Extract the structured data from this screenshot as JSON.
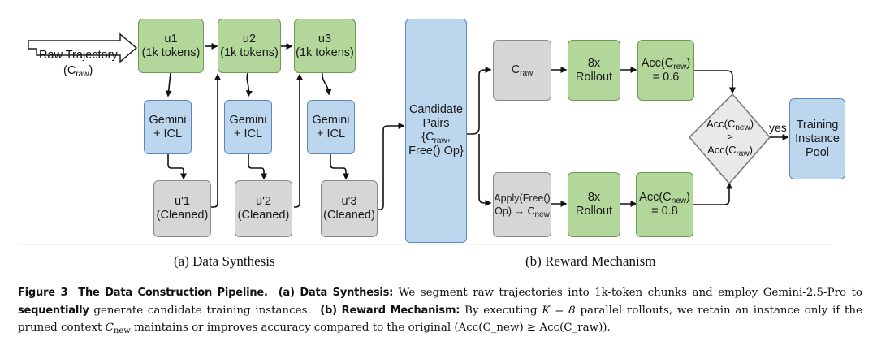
{
  "diagram": {
    "input_arrow_label": "Raw Trajectory",
    "input_arrow_sublabel_prefix": "(C",
    "input_arrow_sublabel_sub": "raw",
    "input_arrow_sublabel_suffix": ")",
    "chunks": [
      {
        "name": "u1",
        "detail": "(1k tokens)"
      },
      {
        "name": "u2",
        "detail": "(1k tokens)"
      },
      {
        "name": "u3",
        "detail": "(1k tokens)"
      }
    ],
    "processors": [
      {
        "line1": "Gemini",
        "line2": "+ ICL"
      },
      {
        "line1": "Gemini",
        "line2": "+ ICL"
      },
      {
        "line1": "Gemini",
        "line2": "+ ICL"
      }
    ],
    "cleaned": [
      {
        "name": "u'1",
        "detail": "(Cleaned)"
      },
      {
        "name": "u'2",
        "detail": "(Cleaned)"
      },
      {
        "name": "u'3",
        "detail": "(Cleaned)"
      }
    ],
    "candidate": {
      "line1": "Candidate",
      "line2": "Pairs",
      "line3_prefix": "{C",
      "line3_sub": "raw",
      "line3_suffix": ",",
      "line4": "Free() Op}"
    },
    "raw_branch": {
      "context_prefix": "C",
      "context_sub": "raw",
      "rollout_line1": "8x",
      "rollout_line2": "Rollout",
      "acc_prefix": "Acc(C",
      "acc_sub": "rew",
      "acc_suffix": ")",
      "acc_value": "= 0.6"
    },
    "new_branch": {
      "apply_line1": "Apply(Free()",
      "apply_line2_prefix": "Op) → C",
      "apply_line2_sub": "new",
      "rollout_line1": "8x",
      "rollout_line2": "Rollout",
      "acc_prefix": "Acc(C",
      "acc_sub": "new",
      "acc_suffix": ")",
      "acc_value": "= 0.8"
    },
    "decision": {
      "top_prefix": "Acc(C",
      "top_sub": "new",
      "top_suffix": ")",
      "operator": "≥",
      "bottom_prefix": "Acc(C",
      "bottom_sub": "raw",
      "bottom_suffix": ")",
      "yes_label": "yes"
    },
    "output": {
      "line1": "Training",
      "line2": "Instance",
      "line3": "Pool"
    },
    "subcaption_a": "(a) Data Synthesis",
    "subcaption_b": "(b) Reward Mechanism"
  },
  "caption": {
    "figure_label": "Figure 3",
    "title": "The Data Construction Pipeline.",
    "part_a_label": "(a) Data Synthesis:",
    "part_a_text1": "We segment raw trajectories into 1k-token chunks and employ Gemini-2.5-Pro to",
    "part_a_emph": "sequentially",
    "part_a_text2": "generate candidate training instances.",
    "part_b_label": "(b) Reward Mechanism:",
    "part_b_text1": "By executing",
    "part_b_math_k": "K = 8",
    "part_b_text2": "parallel rollouts, we retain an instance only if the pruned context",
    "part_b_math_c": "C",
    "part_b_math_c_sub": "new",
    "part_b_text3": "maintains or improves accuracy compared to the original",
    "part_b_formula": "(Acc(C_new) ≥ Acc(C_raw))."
  },
  "colors": {
    "green_fill": "#b3d69a",
    "blue_fill": "#bcd6ee",
    "gray_fill": "#d6d6d6"
  }
}
